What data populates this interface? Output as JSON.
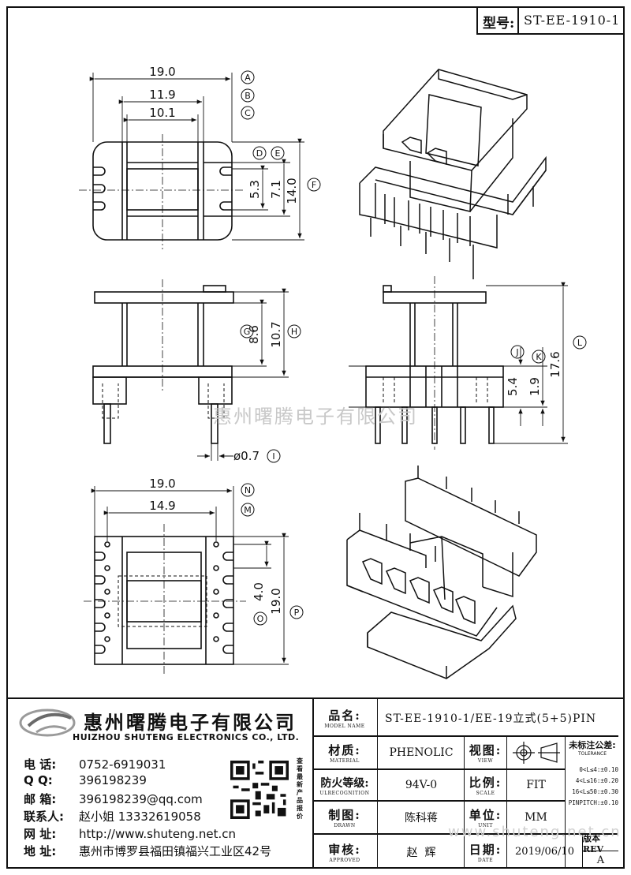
{
  "title_block": {
    "model_label": "型号:",
    "model_value": "ST-EE-1910-1"
  },
  "dimensions": {
    "A": "19.0",
    "B": "11.9",
    "C": "10.1",
    "D": "5.3",
    "E": "7.1",
    "F": "14.0",
    "G": "8.6",
    "H": "10.7",
    "I": "ø0.7",
    "J": "5.4",
    "K": "1.9",
    "L": "17.6",
    "M": "14.9",
    "N": "19.0",
    "O": "4.0",
    "P": "19.0"
  },
  "dimension_letters": [
    "A",
    "B",
    "C",
    "D",
    "E",
    "F",
    "G",
    "H",
    "I",
    "J",
    "K",
    "L",
    "M",
    "N",
    "O",
    "P"
  ],
  "watermark": "惠州曙腾电子有限公司",
  "watermark2": "www.shuteng.net.cn",
  "company": {
    "name_cn": "惠州曙腾电子有限公司",
    "name_en": "HUIZHOU SHUTENG ELECTRONICS CO., LTD."
  },
  "contacts": [
    {
      "label": "电  话:",
      "value": "0752-6919031"
    },
    {
      "label": "Q    Q:",
      "value": "396198239"
    },
    {
      "label": "邮  箱:",
      "value": "396198239@qq.com"
    },
    {
      "label": "联系人:",
      "value": "赵小姐 13332619058"
    },
    {
      "label": "网  址:",
      "value": "http://www.shuteng.net.cn"
    },
    {
      "label": "地  址:",
      "value": "惠州市博罗县福田镇福兴工业区42号"
    }
  ],
  "qr_caption": "查看最新产品报价",
  "spec": {
    "model_name_label": "品名:",
    "model_name_sub": "MODEL NAME",
    "model_name_value": "ST-EE-1910-1/EE-19立式(5+5)PIN",
    "material_label": "材质:",
    "material_sub": "MATERIAL",
    "material_value": "PHENOLIC",
    "view_label": "视图:",
    "view_sub": "VIEW",
    "tolerance_title": "未标注公差:",
    "tolerance_sub": "TOLERANCE",
    "tolerances": [
      "0<L≤4:±0.10",
      "4<L≤16:±0.20",
      "16<L≤50:±0.30",
      "PINPITCH:±0.10"
    ],
    "flame_label": "防火等级:",
    "flame_sub": "ULRECOGNITION",
    "flame_value": "94V-0",
    "scale_label": "比例:",
    "scale_sub": "SCALE",
    "scale_value": "FIT",
    "drawn_label": "制图:",
    "drawn_sub": "DRAWN",
    "drawn_value": "陈科蒋",
    "unit_label": "单位:",
    "unit_sub": "UNIT",
    "unit_value": "MM",
    "approved_label": "审核:",
    "approved_sub": "APPROVED",
    "approved_value": "赵  辉",
    "date_label": "日期:",
    "date_sub": "DATE",
    "date_value": "2019/06/10",
    "rev_label": "版本REV",
    "rev_value": "A"
  }
}
